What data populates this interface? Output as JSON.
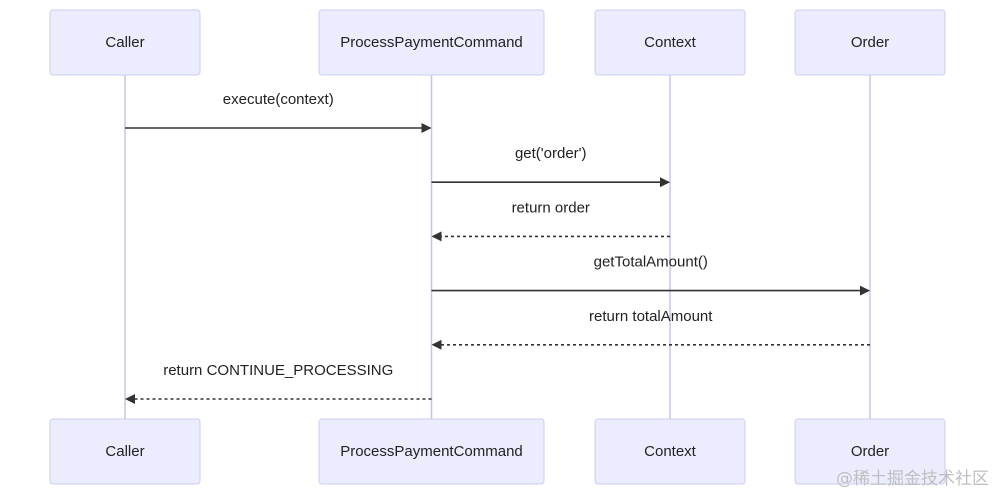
{
  "actors": [
    {
      "id": "caller",
      "label": "Caller"
    },
    {
      "id": "process",
      "label": "ProcessPaymentCommand"
    },
    {
      "id": "context",
      "label": "Context"
    },
    {
      "id": "order",
      "label": "Order"
    }
  ],
  "messages": [
    {
      "from": "caller",
      "to": "process",
      "label": "execute(context)",
      "style": "solid"
    },
    {
      "from": "process",
      "to": "context",
      "label": "get('order')",
      "style": "solid"
    },
    {
      "from": "context",
      "to": "process",
      "label": "return order",
      "style": "dashed"
    },
    {
      "from": "process",
      "to": "order",
      "label": "getTotalAmount()",
      "style": "solid"
    },
    {
      "from": "order",
      "to": "process",
      "label": "return totalAmount",
      "style": "dashed"
    },
    {
      "from": "process",
      "to": "caller",
      "label": "return CONTINUE_PROCESSING",
      "style": "dashed"
    }
  ],
  "watermark": "@稀土掘金技术社区",
  "colors": {
    "actor_fill": "#ececff",
    "actor_stroke": "#cdcdf2",
    "lifeline": "#c6c6e8",
    "message": "#333333"
  }
}
